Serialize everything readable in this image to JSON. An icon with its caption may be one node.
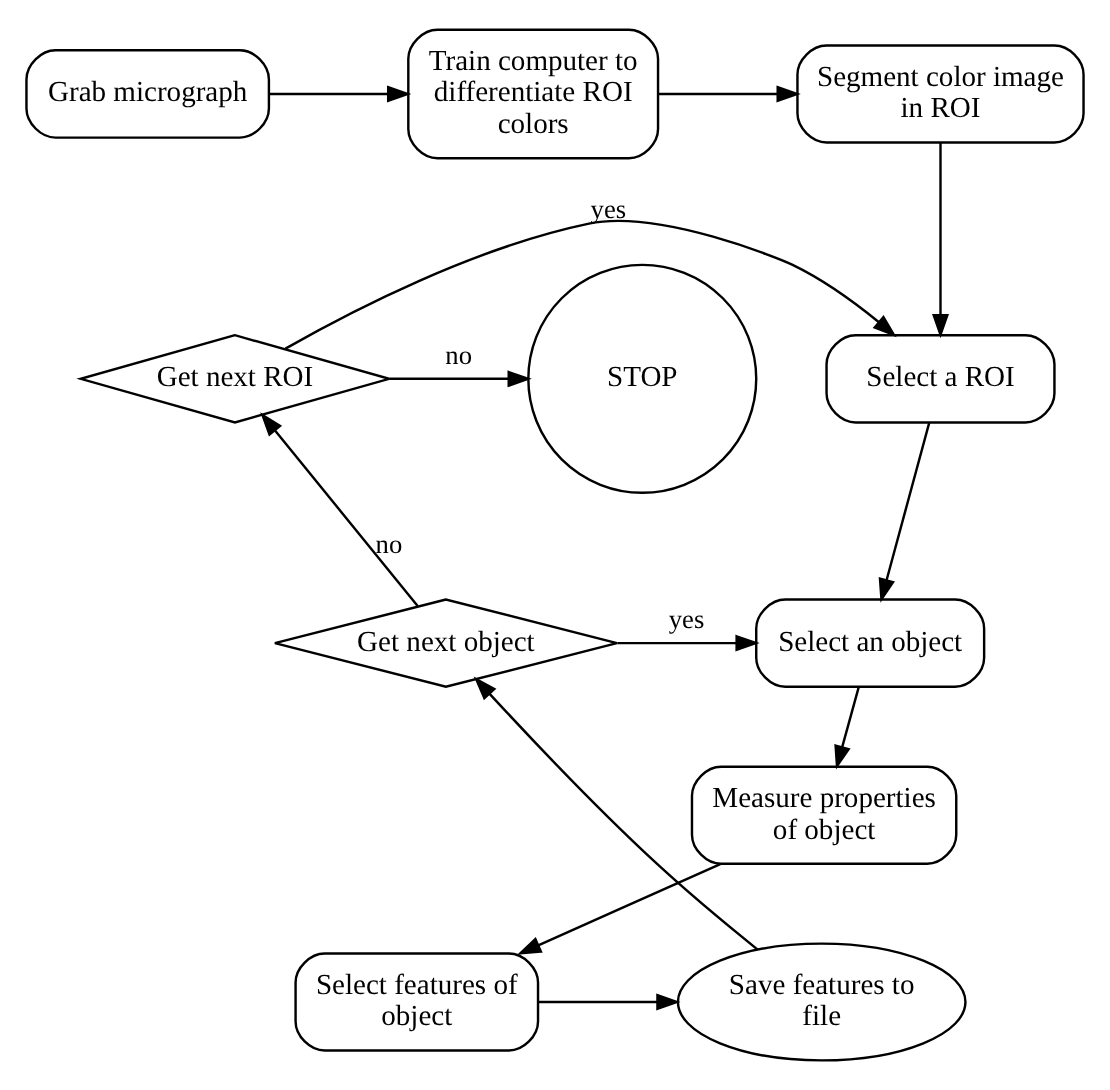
{
  "diagram": {
    "nodes": [
      {
        "text": [
          "Grab micrograph"
        ]
      },
      {
        "text": [
          "Train computer to differentiate ROI colors"
        ]
      },
      {
        "text": [
          "Segment color image in ROI"
        ]
      },
      {
        "text": [
          "STOP"
        ]
      },
      {
        "text": [
          "Get next ROI"
        ]
      },
      {
        "text": [
          "Select a ROI"
        ]
      },
      {
        "text": [
          "Get next object"
        ]
      },
      {
        "text": [
          "Select an object"
        ]
      },
      {
        "text": [
          "Measure properties of object"
        ]
      },
      {
        "text": [
          "Save features to file"
        ]
      },
      {
        "text": [
          "Select features of object"
        ]
      }
    ],
    "edges": [
      {
        "from": 0,
        "to": 1,
        "arrow": "to"
      },
      {
        "from": 1,
        "to": 2,
        "arrow": "to"
      },
      {
        "from": 2,
        "to": 5,
        "arrow": "to"
      },
      {
        "from": 4,
        "to": 5,
        "arrow": "to",
        "label": "yes"
      },
      {
        "from": 4,
        "to": 3,
        "arrow": "to",
        "label": "no"
      },
      {
        "from": 5,
        "to": 7,
        "arrow": "to"
      },
      {
        "from": 6,
        "to": 7,
        "arrow": "to",
        "label": "yes"
      },
      {
        "from": 6,
        "to": 4,
        "arrow": "to",
        "label": "no"
      },
      {
        "from": 7,
        "to": 8,
        "arrow": "to"
      },
      {
        "from": 8,
        "to": 10,
        "arrow": "to"
      },
      {
        "from": 10,
        "to": 9,
        "arrow": "to"
      },
      {
        "from": 9,
        "to": 6,
        "arrow": "to"
      }
    ]
  }
}
